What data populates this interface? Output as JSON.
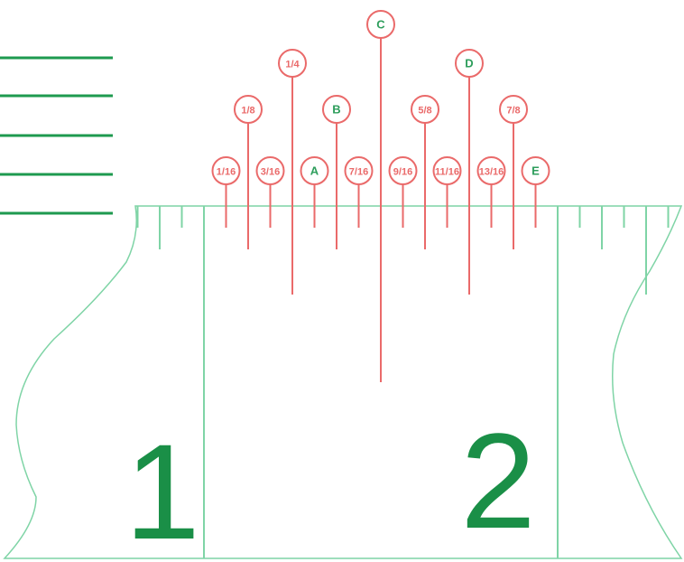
{
  "colors": {
    "ruler_line": "#7fd4a6",
    "numeral": "#1a8f47",
    "guide_line": "#1e9a4f",
    "callout_line": "#ea6a6a",
    "letter_text": "#2e9e5c",
    "fraction_text": "#ea6a6a"
  },
  "ruler": {
    "numerals": [
      "1",
      "2"
    ]
  },
  "callouts": [
    {
      "label": "1/16",
      "kind": "fraction",
      "tick": 1,
      "level": 1,
      "circle_color": "#ea6a6a"
    },
    {
      "label": "1/8",
      "kind": "fraction",
      "tick": 2,
      "level": 2,
      "circle_color": "#ea6a6a"
    },
    {
      "label": "3/16",
      "kind": "fraction",
      "tick": 3,
      "level": 1,
      "circle_color": "#ea6a6a"
    },
    {
      "label": "1/4",
      "kind": "fraction",
      "tick": 4,
      "level": 3,
      "circle_color": "#ea6a6a"
    },
    {
      "label": "A",
      "kind": "letter",
      "tick": 5,
      "level": 1,
      "circle_color": "#ea6a6a"
    },
    {
      "label": "B",
      "kind": "letter",
      "tick": 6,
      "level": 2,
      "circle_color": "#ea6a6a"
    },
    {
      "label": "7/16",
      "kind": "fraction",
      "tick": 7,
      "level": 1,
      "circle_color": "#ea6a6a"
    },
    {
      "label": "C",
      "kind": "letter",
      "tick": 8,
      "level": 4,
      "circle_color": "#ea6a6a"
    },
    {
      "label": "9/16",
      "kind": "fraction",
      "tick": 9,
      "level": 1,
      "circle_color": "#ea6a6a"
    },
    {
      "label": "5/8",
      "kind": "fraction",
      "tick": 10,
      "level": 2,
      "circle_color": "#ea6a6a"
    },
    {
      "label": "11/16",
      "kind": "fraction",
      "tick": 11,
      "level": 1,
      "circle_color": "#ea6a6a"
    },
    {
      "label": "D",
      "kind": "letter",
      "tick": 12,
      "level": 3,
      "circle_color": "#ea6a6a"
    },
    {
      "label": "13/16",
      "kind": "fraction",
      "tick": 13,
      "level": 1,
      "circle_color": "#ea6a6a"
    },
    {
      "label": "7/8",
      "kind": "fraction",
      "tick": 14,
      "level": 2,
      "circle_color": "#ea6a6a"
    },
    {
      "label": "E",
      "kind": "letter",
      "tick": 15,
      "level": 1,
      "circle_color": "#ea6a6a"
    }
  ]
}
